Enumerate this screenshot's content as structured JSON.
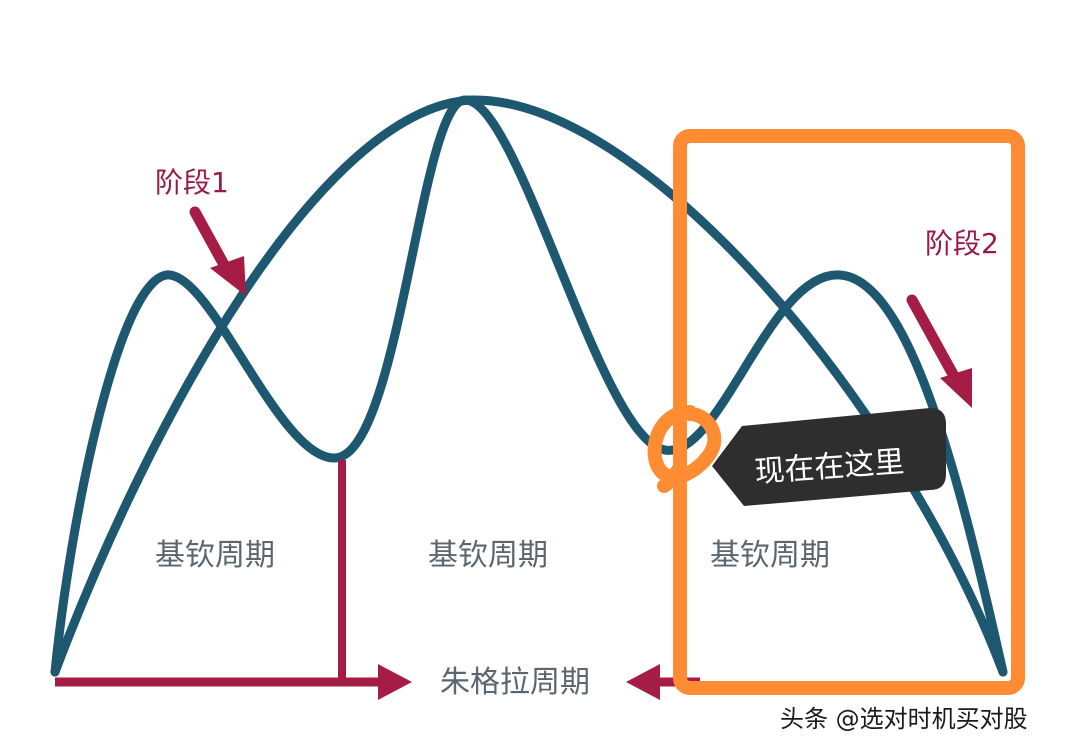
{
  "labels": {
    "stage_1": "阶段1",
    "stage_2": "阶段2",
    "kitchin_cycle": [
      "基钦周期",
      "基钦周期",
      "基钦周期"
    ],
    "juglar_cycle": "朱格拉周期",
    "callout": "现在在这里",
    "watermark": "头条 @选对时机买对股"
  },
  "colors": {
    "curve": "#1d5770",
    "arrow": "#a51d47",
    "highlight": "#ff8c33",
    "callout_bg": "#2e2e2e",
    "text_gray": "#5a6670",
    "background": "#ffffff"
  }
}
